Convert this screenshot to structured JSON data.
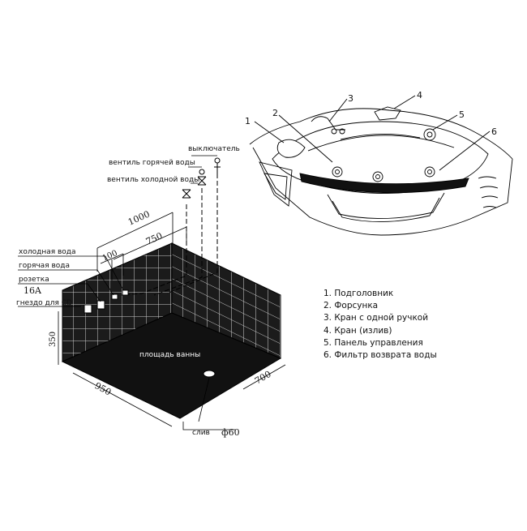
{
  "installation": {
    "labels": {
      "switch": "выключатель",
      "hot_valve": "вентиль горячей воды",
      "cold_valve": "вентиль холодной воды",
      "cold_water": "холодная вода",
      "hot_water": "горячая вода",
      "socket": "розетка",
      "socket_rating": "16A",
      "cd_socket": "гнездо для CD",
      "bath_area": "площадь ванны",
      "drain": "слив",
      "drain_diameter": "ф60"
    },
    "dimensions": {
      "d1000": "1000",
      "d750": "750",
      "d100": "100",
      "d350": "350",
      "d950": "950",
      "d700": "700"
    }
  },
  "bathtub": {
    "callouts": [
      "1",
      "2",
      "3",
      "4",
      "5",
      "6"
    ]
  },
  "legend": {
    "items": [
      "1. Подголовник",
      "2. Форсунка",
      "3. Кран с одной ручкой",
      "4.  Кран (излив)",
      "5. Панель управления",
      "6. Фильтр возврата воды"
    ]
  }
}
